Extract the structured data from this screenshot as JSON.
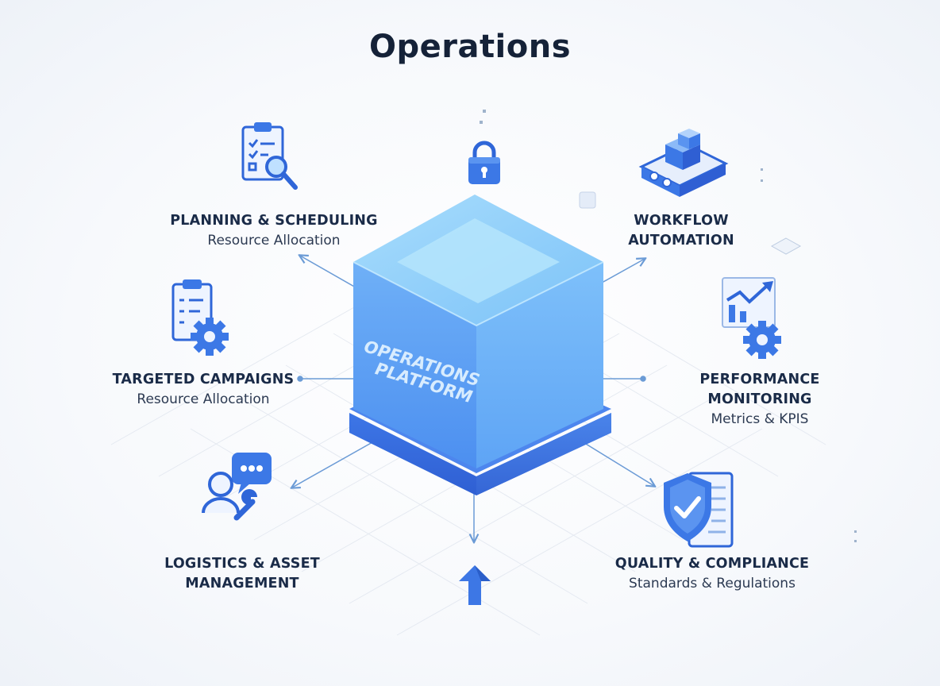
{
  "title": "Operations",
  "core": {
    "line1": "OPERATIONS",
    "line2": "PLATFORM"
  },
  "nodes": {
    "planning": {
      "title": "PLANNING & SCHEDULING",
      "subtitle": "Resource Allocation"
    },
    "workflow": {
      "title_line1": "WORKFLOW",
      "title_line2": "AUTOMATION"
    },
    "campaigns": {
      "title": "TARGETED CAMPAIGNS",
      "subtitle": "Resource Allocation"
    },
    "performance": {
      "title": "PERFORMANCE MONITORING",
      "subtitle": "Metrics & KPIS"
    },
    "logistics": {
      "title_line1": "LOGISTICS & ASSET",
      "title_line2": "MANAGEMENT"
    },
    "quality": {
      "title": "QUALITY & COMPLIANCE",
      "subtitle": "Standards & Regulations"
    }
  },
  "icons": {
    "planning": "clipboard-magnifier-icon",
    "workflow": "conveyor-boxes-icon",
    "campaigns": "clipboard-gear-icon",
    "performance": "chart-gear-icon",
    "logistics": "support-chat-wrench-icon",
    "quality": "shield-check-document-icon",
    "top": "padlock-icon",
    "bottom": "up-arrow-icon"
  },
  "colors": {
    "accent": "#3b7be8",
    "cube_top": "#8fd0fb",
    "cube_side": "#5aa0f5",
    "text": "#152238"
  }
}
